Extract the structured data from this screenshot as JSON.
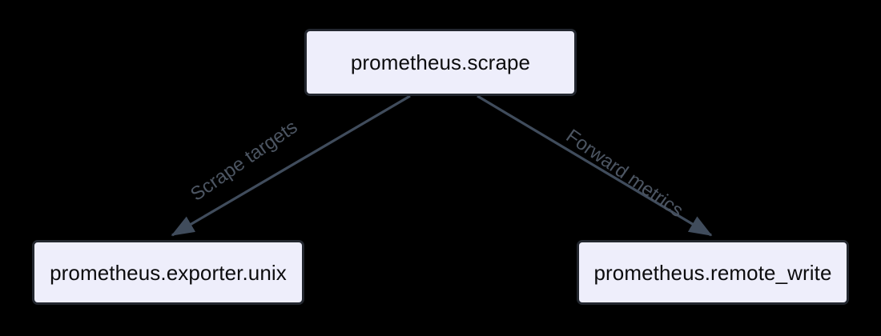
{
  "diagram": {
    "type": "flowchart",
    "background_color": "#000000",
    "node_fill_color": "#eeeefb",
    "node_border_color": "#23272f",
    "edge_color": "#404c5c",
    "edge_label_color": "#4c5562",
    "node_text_color": "#0c0c0e",
    "nodes": [
      {
        "id": "prometheus-scrape",
        "label": "prometheus.scrape"
      },
      {
        "id": "prometheus-exporter-unix",
        "label": "prometheus.exporter.unix"
      },
      {
        "id": "prometheus-remote-write",
        "label": "prometheus.remote_write"
      }
    ],
    "edges": [
      {
        "id": "scrape-to-exporter",
        "from": "prometheus-scrape",
        "to": "prometheus-exporter-unix",
        "label": "Scrape targets",
        "arrow": "arrowhead-icon"
      },
      {
        "id": "scrape-to-remote-write",
        "from": "prometheus-scrape",
        "to": "prometheus-remote-write",
        "label": "Forward metrics",
        "arrow": "arrowhead-icon"
      }
    ]
  }
}
